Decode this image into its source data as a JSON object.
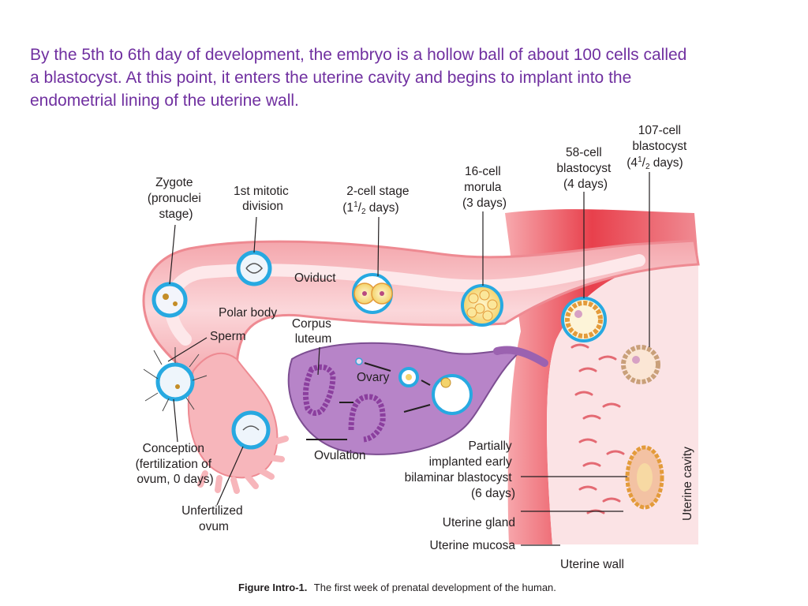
{
  "intro": {
    "lines": [
      "By the 5th to 6th day of development, the embryo is a hollow ball of about 100 cells called",
      "a blastocyst. At this point, it enters the uterine cavity and begins to implant into the",
      "endometrial lining of the uterine wall."
    ]
  },
  "labels": {
    "zygote": [
      "Zygote",
      "(pronuclei",
      "stage)"
    ],
    "mitotic": [
      "1st mitotic",
      "division"
    ],
    "two_cell": [
      "2-cell stage",
      "(1",
      "1",
      "/",
      "2",
      " days)"
    ],
    "morula": [
      "16-cell",
      "morula",
      "(3 days)"
    ],
    "cell58": [
      "58-cell",
      "blastocyst",
      "(4 days)"
    ],
    "cell107": [
      "107-cell",
      "blastocyst",
      "(4",
      "1",
      "/",
      "2",
      " days)"
    ],
    "oviduct": "Oviduct",
    "polar_body": "Polar body",
    "corpus_luteum": [
      "Corpus",
      "luteum"
    ],
    "sperm": "Sperm",
    "ovary": "Ovary",
    "conception": [
      "Conception",
      "(fertilization of",
      "ovum, 0 days)"
    ],
    "ovulation": "Ovulation",
    "unfertilized": [
      "Unfertilized",
      "ovum"
    ],
    "implanted": [
      "Partially",
      "implanted early",
      "bilaminar blastocyst",
      "(6 days)"
    ],
    "uterine_gland": "Uterine gland",
    "uterine_mucosa": "Uterine mucosa",
    "uterine_wall": "Uterine wall",
    "uterine_cavity": "Uterine cavity"
  },
  "caption": {
    "label": "Figure Intro-1.",
    "text": "The first week of prenatal development of the human."
  },
  "colors": {
    "intro_text": "#7030a0",
    "oviduct_outer": "#f6b8bc",
    "oviduct_inner": "#fbd9dc",
    "muscle": "#e94b55",
    "ovary": "#b784c8",
    "cell_ring": "#27a9e1",
    "cell_fill": "#f7e48c"
  }
}
